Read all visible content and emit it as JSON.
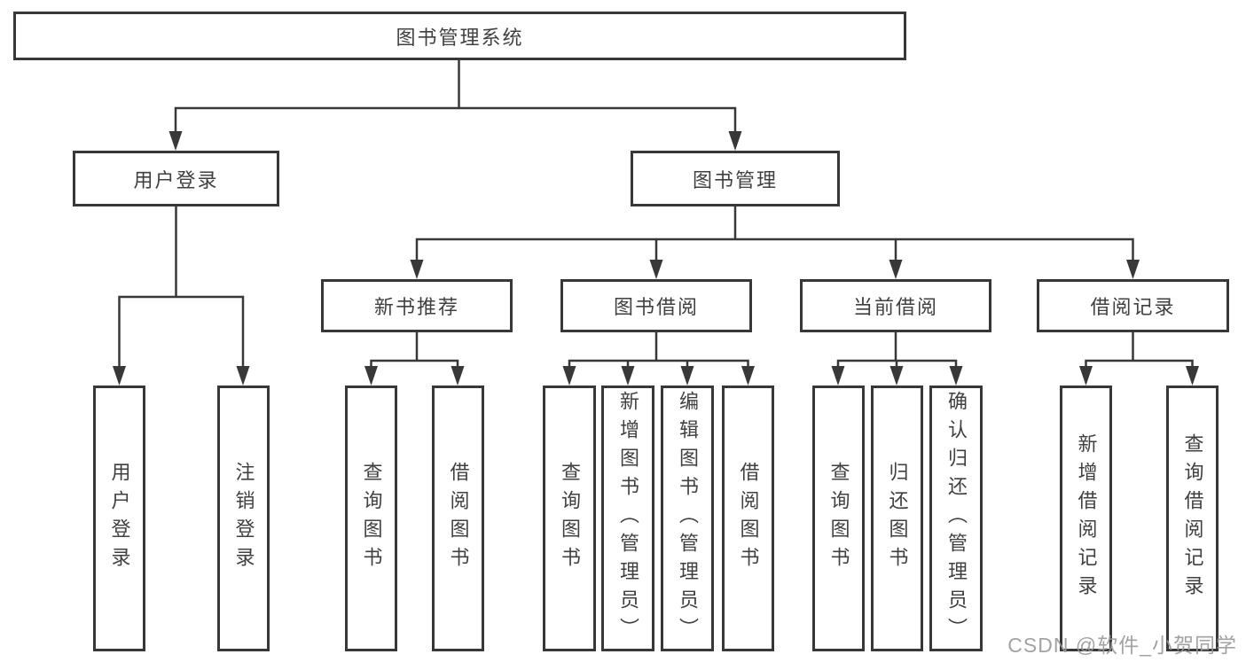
{
  "tree": {
    "label": "图书管理系统",
    "children": [
      {
        "label": "用户登录",
        "children": [
          {
            "label": "用户登录"
          },
          {
            "label": "注销登录"
          }
        ]
      },
      {
        "label": "图书管理",
        "children": [
          {
            "label": "新书推荐",
            "children": [
              {
                "label": "查询图书"
              },
              {
                "label": "借阅图书"
              }
            ]
          },
          {
            "label": "图书借阅",
            "children": [
              {
                "label": "查询图书"
              },
              {
                "label": "新增图书（管理员）"
              },
              {
                "label": "编辑图书（管理员）"
              },
              {
                "label": "借阅图书"
              }
            ]
          },
          {
            "label": "当前借阅",
            "children": [
              {
                "label": "查询图书"
              },
              {
                "label": "归还图书"
              },
              {
                "label": "确认归还（管理员）"
              }
            ]
          },
          {
            "label": "借阅记录",
            "children": [
              {
                "label": "新增借阅记录"
              },
              {
                "label": "查询借阅记录"
              }
            ]
          }
        ]
      }
    ]
  },
  "watermark": "CSDN @软件_小贺同学",
  "colors": {
    "line": "#383838",
    "text": "#404040",
    "watermark": "#989898",
    "background": "#ffffff"
  }
}
